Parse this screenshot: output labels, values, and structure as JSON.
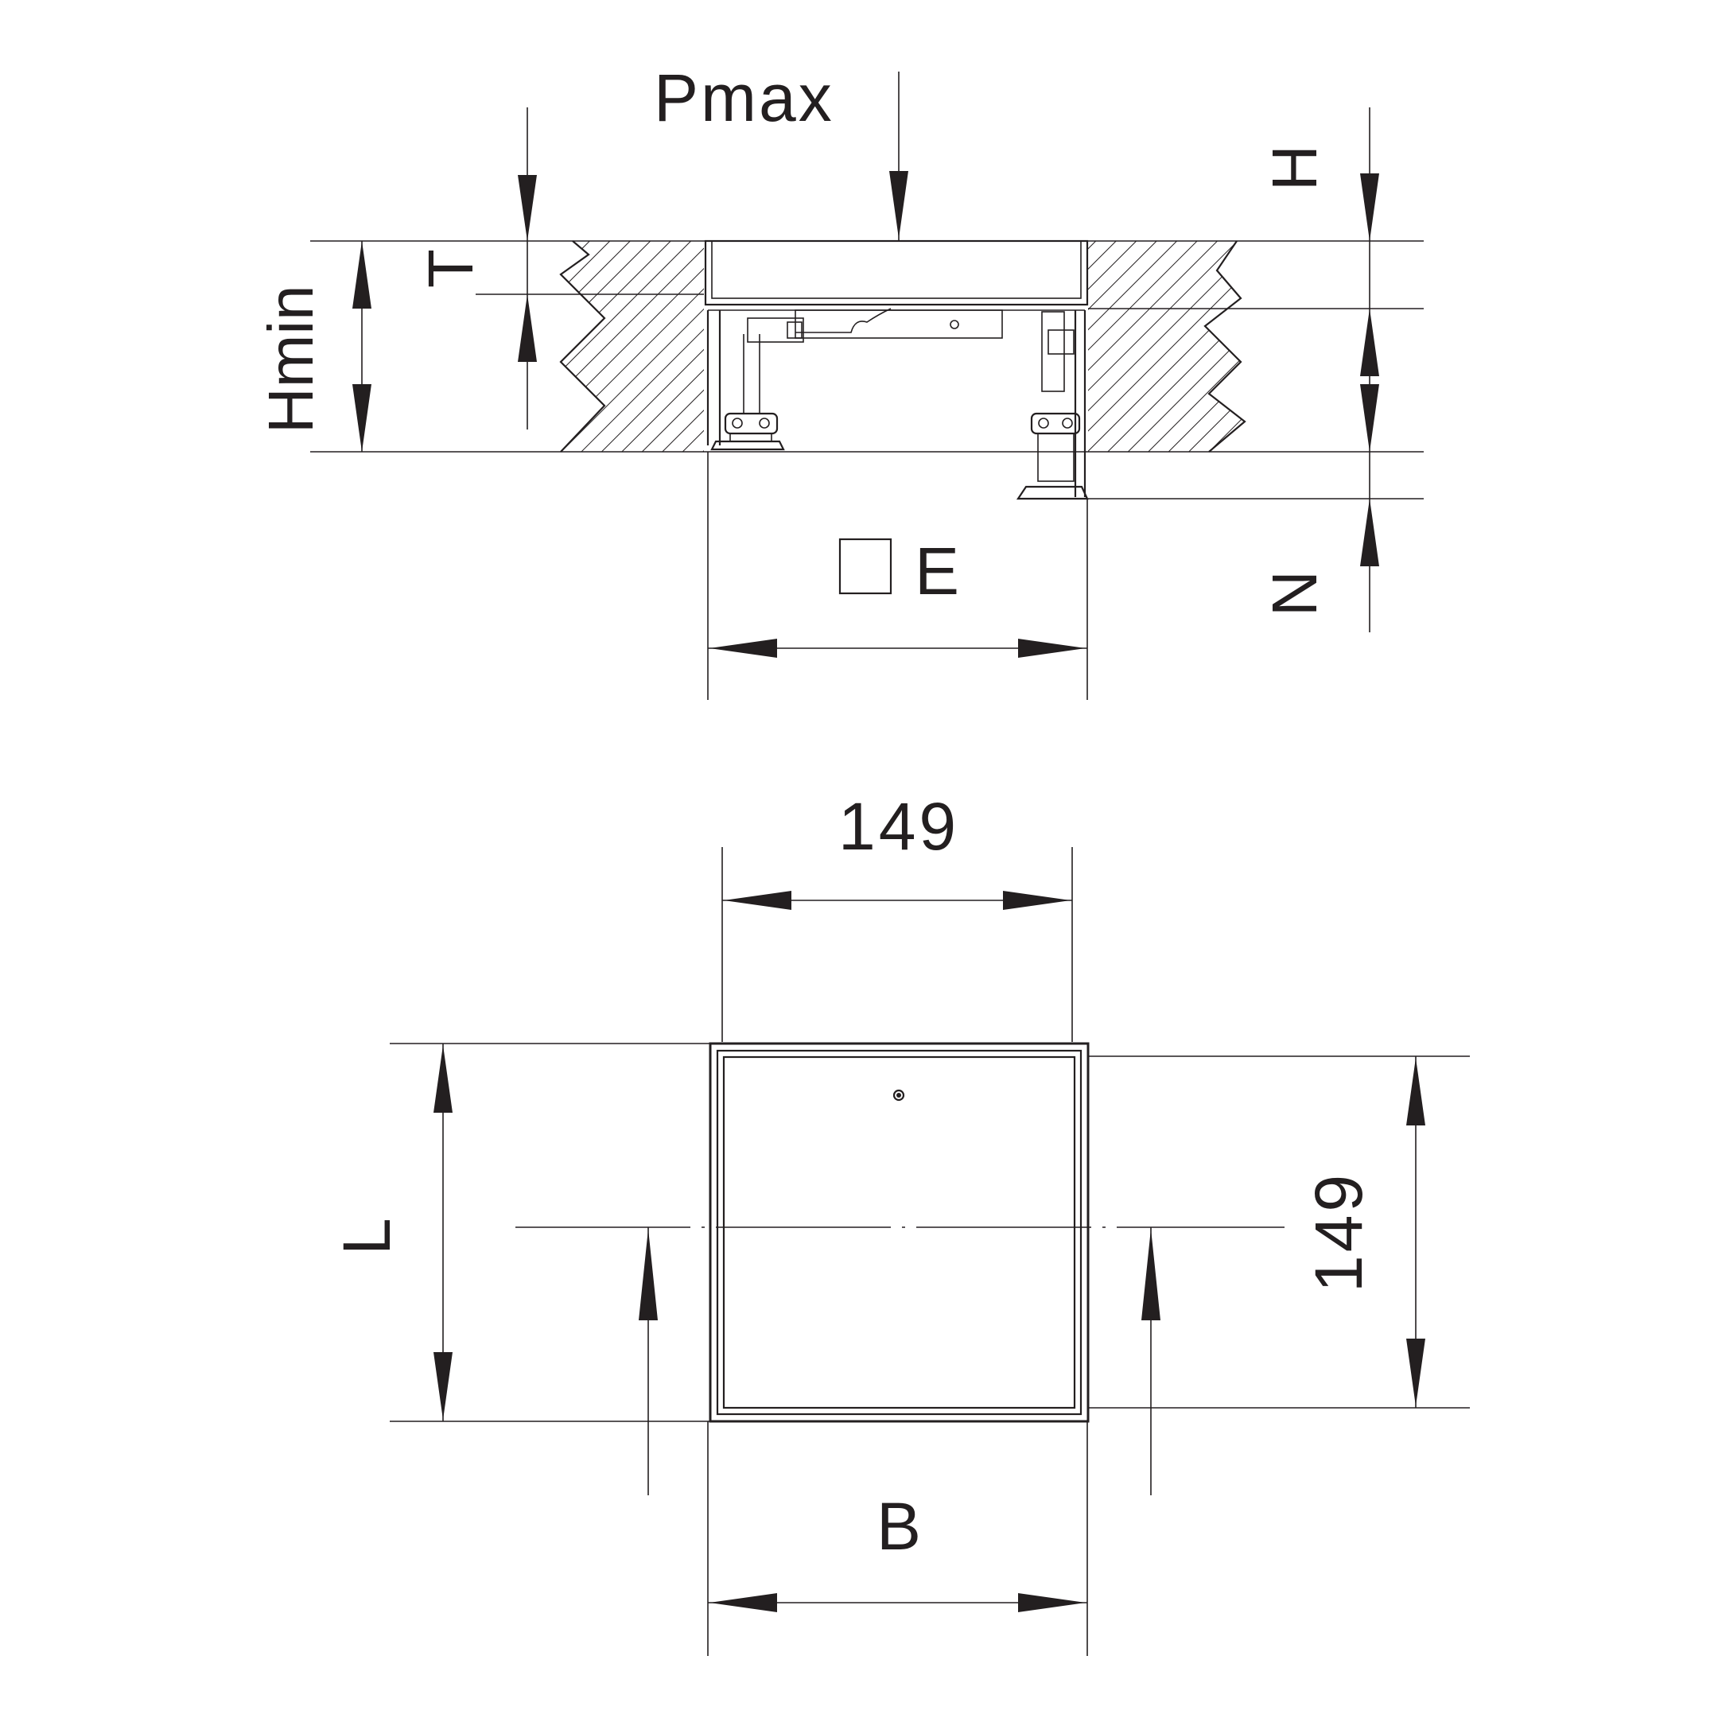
{
  "labels": {
    "pmax": "Pmax",
    "hmin": "Hmin",
    "t": "T",
    "h": "H",
    "n": "N",
    "e": "E",
    "width_top": "149",
    "height_right": "149",
    "l": "L",
    "b": "B"
  }
}
